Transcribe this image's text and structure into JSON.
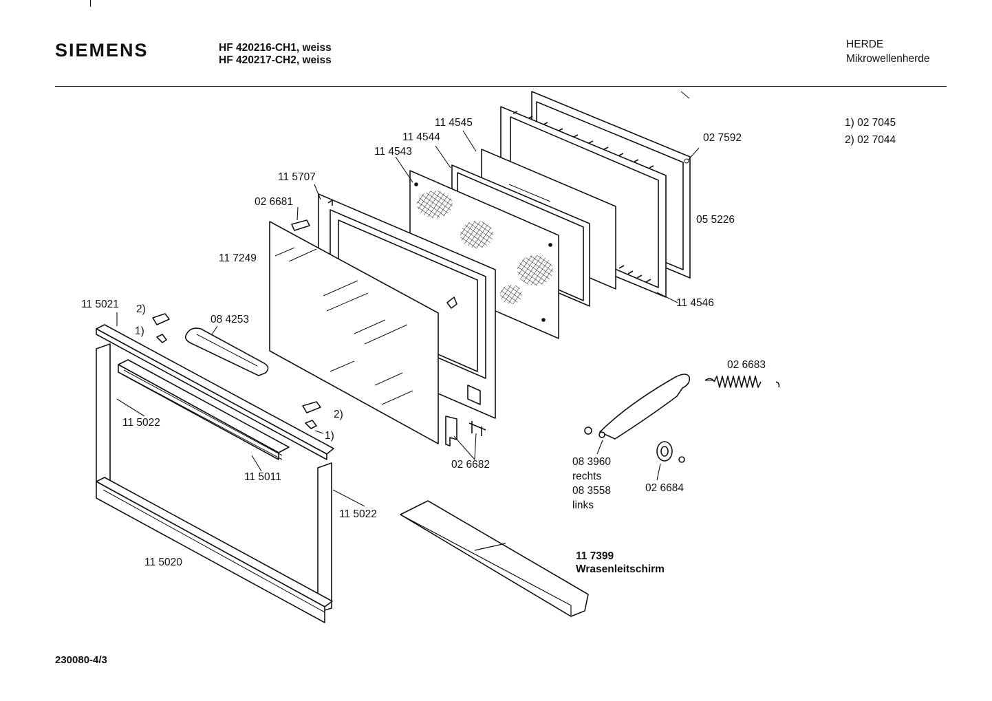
{
  "header": {
    "brand": "SIEMENS",
    "models": [
      "HF 420216-CH1, weiss",
      "HF 420217-CH2, weiss"
    ],
    "category": "HERDE",
    "subcategory": "Mikrowellenherde"
  },
  "footnotes": [
    "1)  02 7045",
    "2)  02 7044"
  ],
  "parts": {
    "p114545": "11 4545",
    "p114544": "11 4544",
    "p114543": "11 4543",
    "p115707": "11 5707",
    "p026681": "02 6681",
    "p117249": "11 7249",
    "p027592": "02 7592",
    "p055226": "05 5226",
    "p114546": "11 4546",
    "p115021": "11 5021",
    "n2a": "2)",
    "n1a": "1)",
    "p084253": "08 4253",
    "p115022a": "11 5022",
    "p115011": "11 5011",
    "n2b": "2)",
    "n1b": "1)",
    "p026682": "02 6682",
    "p115022b": "11 5022",
    "p115020": "11 5020",
    "p026683": "02 6683",
    "p083960": "08 3960",
    "rechts": "rechts",
    "p083558": "08 3558",
    "links": "links",
    "p026684": "02 6684",
    "p117399": "11 7399",
    "wrasen": "Wrasenleitschirm"
  },
  "footer": {
    "code": "230080-4/3"
  }
}
